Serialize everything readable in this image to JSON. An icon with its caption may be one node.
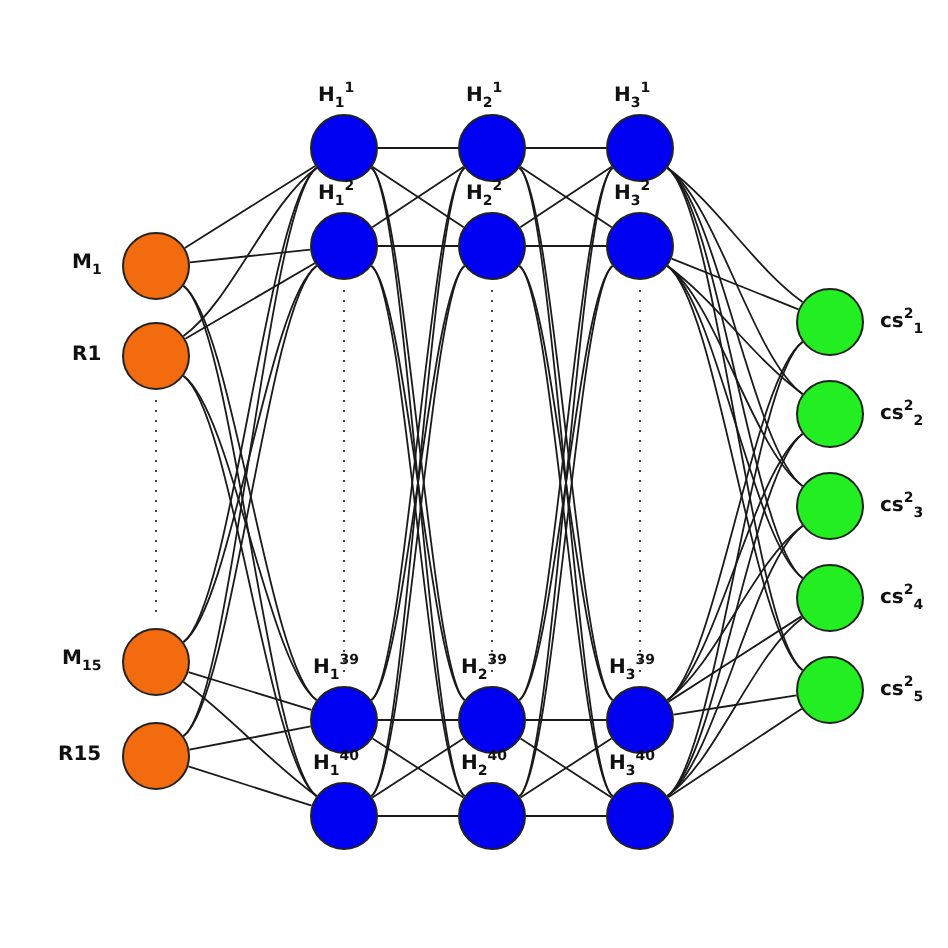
{
  "diagram": {
    "nodes": [
      {
        "text": [],
        "shape": "circle",
        "beside": [
          "M$_{1}$"
        ]
      },
      {
        "text": [],
        "shape": "circle",
        "beside": [
          "R1"
        ]
      },
      {
        "text": [],
        "shape": "circle",
        "beside": [
          "M$_{15}$"
        ]
      },
      {
        "text": [],
        "shape": "circle",
        "beside": [
          "R15"
        ]
      },
      {
        "text": [],
        "shape": "circle",
        "beside": [
          "H$_{1}$$^{1}$"
        ]
      },
      {
        "text": [],
        "shape": "circle",
        "beside": [
          "H$_{1}$$^{2}$"
        ]
      },
      {
        "text": [],
        "shape": "circle",
        "beside": [
          "H$_{1}$$^{39}$"
        ]
      },
      {
        "text": [],
        "shape": "circle",
        "beside": [
          "H$_{1}$$^{40}$"
        ]
      },
      {
        "text": [],
        "shape": "circle",
        "beside": [
          "H$_{2}$$^{1}$"
        ]
      },
      {
        "text": [],
        "shape": "circle",
        "beside": [
          "H$_{2}$$^{2}$"
        ]
      },
      {
        "text": [],
        "shape": "circle",
        "beside": [
          "H$_{2}$$^{39}$"
        ]
      },
      {
        "text": [],
        "shape": "circle",
        "beside": [
          "H$_{2}$$^{40}$"
        ]
      },
      {
        "text": [],
        "shape": "circle",
        "beside": [
          "H$_{3}$$^{1}$"
        ]
      },
      {
        "text": [],
        "shape": "circle",
        "beside": [
          "H$_{3}$$^{2}$"
        ]
      },
      {
        "text": [],
        "shape": "circle",
        "beside": [
          "H$_{3}$$^{39}$"
        ]
      },
      {
        "text": [],
        "shape": "circle",
        "beside": [
          "H$_{3}$$^{40}$"
        ]
      },
      {
        "text": [],
        "shape": "circle",
        "beside": [
          "cs$^{2}$$_{1}$"
        ]
      },
      {
        "text": [],
        "shape": "circle",
        "beside": [
          "cs$^{2}$$_{2}$"
        ]
      },
      {
        "text": [],
        "shape": "circle",
        "beside": [
          "cs$^{2}$$_{3}$"
        ]
      },
      {
        "text": [],
        "shape": "circle",
        "beside": [
          "cs$^{2}$$_{4}$"
        ]
      },
      {
        "text": [],
        "shape": "circle",
        "beside": [
          "cs$^{2}$$_{5}$"
        ]
      }
    ],
    "edges": [
      {
        "from": 0,
        "to": 4,
        "arrow": "none"
      },
      {
        "from": 0,
        "to": 5,
        "arrow": "none"
      },
      {
        "from": 0,
        "to": 6,
        "arrow": "none"
      },
      {
        "from": 0,
        "to": 7,
        "arrow": "none"
      },
      {
        "from": 1,
        "to": 4,
        "arrow": "none"
      },
      {
        "from": 1,
        "to": 5,
        "arrow": "none"
      },
      {
        "from": 1,
        "to": 6,
        "arrow": "none"
      },
      {
        "from": 1,
        "to": 7,
        "arrow": "none"
      },
      {
        "from": 2,
        "to": 4,
        "arrow": "none"
      },
      {
        "from": 2,
        "to": 5,
        "arrow": "none"
      },
      {
        "from": 2,
        "to": 6,
        "arrow": "none"
      },
      {
        "from": 2,
        "to": 7,
        "arrow": "none"
      },
      {
        "from": 3,
        "to": 4,
        "arrow": "none"
      },
      {
        "from": 3,
        "to": 5,
        "arrow": "none"
      },
      {
        "from": 3,
        "to": 6,
        "arrow": "none"
      },
      {
        "from": 3,
        "to": 7,
        "arrow": "none"
      },
      {
        "from": 4,
        "to": 8,
        "arrow": "none"
      },
      {
        "from": 4,
        "to": 9,
        "arrow": "none"
      },
      {
        "from": 4,
        "to": 10,
        "arrow": "none"
      },
      {
        "from": 4,
        "to": 11,
        "arrow": "none"
      },
      {
        "from": 5,
        "to": 8,
        "arrow": "none"
      },
      {
        "from": 5,
        "to": 9,
        "arrow": "none"
      },
      {
        "from": 5,
        "to": 10,
        "arrow": "none"
      },
      {
        "from": 5,
        "to": 11,
        "arrow": "none"
      },
      {
        "from": 6,
        "to": 8,
        "arrow": "none"
      },
      {
        "from": 6,
        "to": 9,
        "arrow": "none"
      },
      {
        "from": 6,
        "to": 10,
        "arrow": "none"
      },
      {
        "from": 6,
        "to": 11,
        "arrow": "none"
      },
      {
        "from": 7,
        "to": 8,
        "arrow": "none"
      },
      {
        "from": 7,
        "to": 9,
        "arrow": "none"
      },
      {
        "from": 7,
        "to": 10,
        "arrow": "none"
      },
      {
        "from": 7,
        "to": 11,
        "arrow": "none"
      },
      {
        "from": 8,
        "to": 12,
        "arrow": "none"
      },
      {
        "from": 8,
        "to": 13,
        "arrow": "none"
      },
      {
        "from": 8,
        "to": 14,
        "arrow": "none"
      },
      {
        "from": 8,
        "to": 15,
        "arrow": "none"
      },
      {
        "from": 9,
        "to": 12,
        "arrow": "none"
      },
      {
        "from": 9,
        "to": 13,
        "arrow": "none"
      },
      {
        "from": 9,
        "to": 14,
        "arrow": "none"
      },
      {
        "from": 9,
        "to": 15,
        "arrow": "none"
      },
      {
        "from": 10,
        "to": 12,
        "arrow": "none"
      },
      {
        "from": 10,
        "to": 13,
        "arrow": "none"
      },
      {
        "from": 10,
        "to": 14,
        "arrow": "none"
      },
      {
        "from": 10,
        "to": 15,
        "arrow": "none"
      },
      {
        "from": 11,
        "to": 12,
        "arrow": "none"
      },
      {
        "from": 11,
        "to": 13,
        "arrow": "none"
      },
      {
        "from": 11,
        "to": 14,
        "arrow": "none"
      },
      {
        "from": 11,
        "to": 15,
        "arrow": "none"
      },
      {
        "from": 12,
        "to": 16,
        "arrow": "none"
      },
      {
        "from": 12,
        "to": 17,
        "arrow": "none"
      },
      {
        "from": 12,
        "to": 18,
        "arrow": "none"
      },
      {
        "from": 12,
        "to": 19,
        "arrow": "none"
      },
      {
        "from": 12,
        "to": 20,
        "arrow": "none"
      },
      {
        "from": 13,
        "to": 16,
        "arrow": "none"
      },
      {
        "from": 13,
        "to": 17,
        "arrow": "none"
      },
      {
        "from": 13,
        "to": 18,
        "arrow": "none"
      },
      {
        "from": 13,
        "to": 19,
        "arrow": "none"
      },
      {
        "from": 13,
        "to": 20,
        "arrow": "none"
      },
      {
        "from": 14,
        "to": 16,
        "arrow": "none"
      },
      {
        "from": 14,
        "to": 17,
        "arrow": "none"
      },
      {
        "from": 14,
        "to": 18,
        "arrow": "none"
      },
      {
        "from": 14,
        "to": 19,
        "arrow": "none"
      },
      {
        "from": 14,
        "to": 20,
        "arrow": "none"
      },
      {
        "from": 15,
        "to": 16,
        "arrow": "none"
      },
      {
        "from": 15,
        "to": 17,
        "arrow": "none"
      },
      {
        "from": 15,
        "to": 18,
        "arrow": "none"
      },
      {
        "from": 15,
        "to": 19,
        "arrow": "none"
      },
      {
        "from": 15,
        "to": 20,
        "arrow": "none"
      }
    ]
  }
}
